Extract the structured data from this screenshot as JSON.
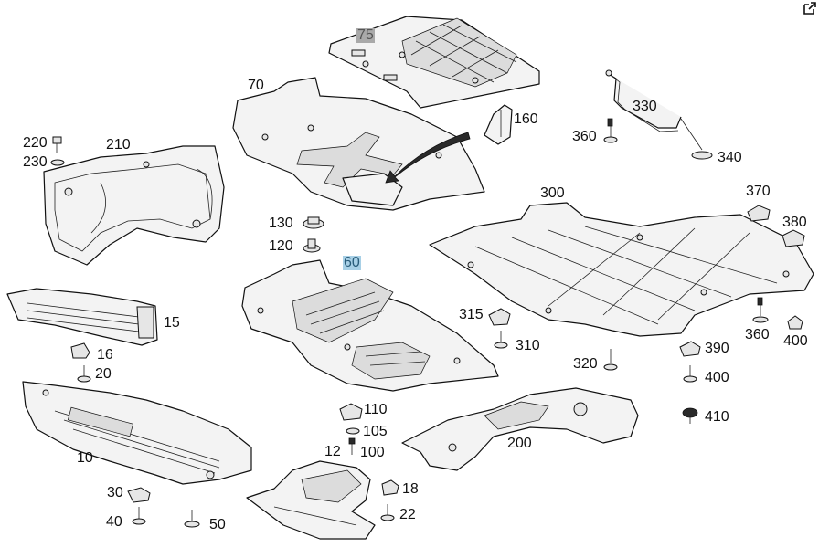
{
  "icons": {
    "open_external": "open-external-icon"
  },
  "colors": {
    "highlight_gray": "#a9a9a9",
    "highlight_blue": "#a8d0e6",
    "line": "#111111",
    "fill": "#f3f3f3"
  },
  "callouts": {
    "p75": "75",
    "p70": "70",
    "p160": "160",
    "p330": "330",
    "p360a": "360",
    "p340": "340",
    "p220": "220",
    "p230": "230",
    "p210": "210",
    "p130": "130",
    "p120": "120",
    "p60": "60",
    "p300": "300",
    "p370": "370",
    "p380": "380",
    "p315": "315",
    "p310": "310",
    "p360b": "360",
    "p400a": "400",
    "p15": "15",
    "p16": "16",
    "p20": "20",
    "p10": "10",
    "p320": "320",
    "p390": "390",
    "p400b": "400",
    "p410": "410",
    "p110": "110",
    "p105": "105",
    "p12": "12",
    "p100": "100",
    "p200": "200",
    "p18": "18",
    "p22": "22",
    "p30": "30",
    "p40": "40",
    "p50": "50"
  }
}
